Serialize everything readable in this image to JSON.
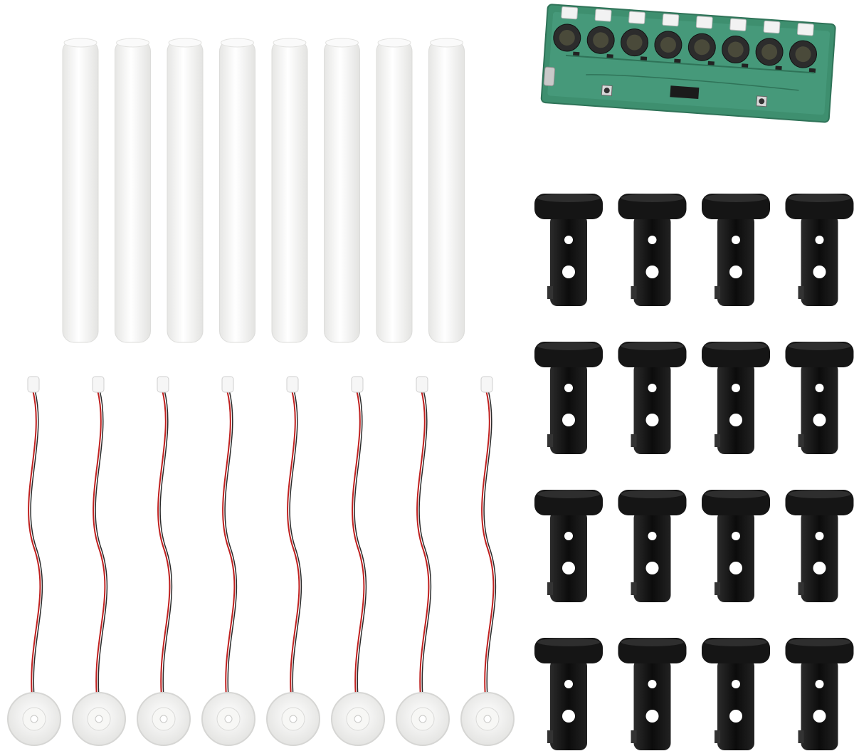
{
  "scene": {
    "background": "#ffffff",
    "contents": {
      "filter_sticks": {
        "count": 8,
        "color": "#f4f4f2"
      },
      "transducers": {
        "count": 8,
        "disc_color": "#f1f1ef",
        "wire_red": "#c0201f",
        "wire_black": "#2a2a2a"
      },
      "circuit_board": {
        "icon": "pcb-module-icon",
        "pcb_color": "#3e8f6f",
        "chip_count": 8,
        "connector_count": 8
      },
      "holders": {
        "rows": 4,
        "cols": 4,
        "color": "#121212"
      }
    }
  }
}
